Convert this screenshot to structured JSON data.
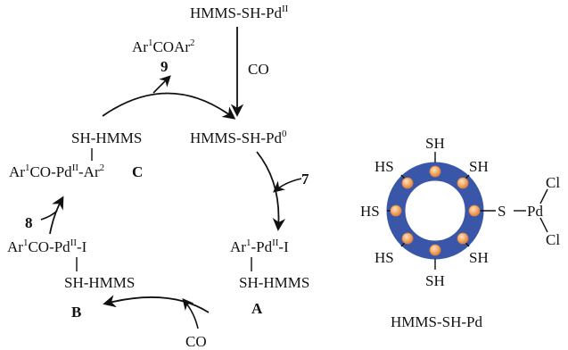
{
  "top_complex": {
    "main": "HMMS-SH-Pd",
    "ox": "II"
  },
  "co_top": "CO",
  "pd0_complex": {
    "main": "HMMS-SH-Pd",
    "ox": "0"
  },
  "reagent_7": "7",
  "product": {
    "a": "Ar",
    "a_sup": "1",
    "b": "COAr",
    "b_sup": "2"
  },
  "product_num": "9",
  "intermediate_A": {
    "line1_a": "Ar",
    "line1_sup": "1",
    "line1_b": "-Pd",
    "line1_ox": "II",
    "line1_c": "-I",
    "line2": "SH-HMMS",
    "label": "A"
  },
  "intermediate_B": {
    "line1_a": "Ar",
    "line1_sup": "1",
    "line1_b": "CO-Pd",
    "line1_ox": "II",
    "line1_c": "-I",
    "line2": "SH-HMMS",
    "label": "B"
  },
  "intermediate_C": {
    "line0": "SH-HMMS",
    "line1_a": "Ar",
    "line1_sup": "1",
    "line1_b": "CO-Pd",
    "line1_ox": "II",
    "line1_c": "-Ar",
    "line1_sup2": "2",
    "label": "C"
  },
  "reagent_8": "8",
  "co_bottom": "CO",
  "catalyst": {
    "sh": "SH",
    "hs": "HS",
    "s": "S",
    "pd": "Pd",
    "cl": "Cl",
    "caption": "HMMS-SH-Pd"
  },
  "colors": {
    "ring": "#3a56a8",
    "bead": "#f0a868",
    "bead_stroke": "#d9823f",
    "ink": "#111111"
  }
}
